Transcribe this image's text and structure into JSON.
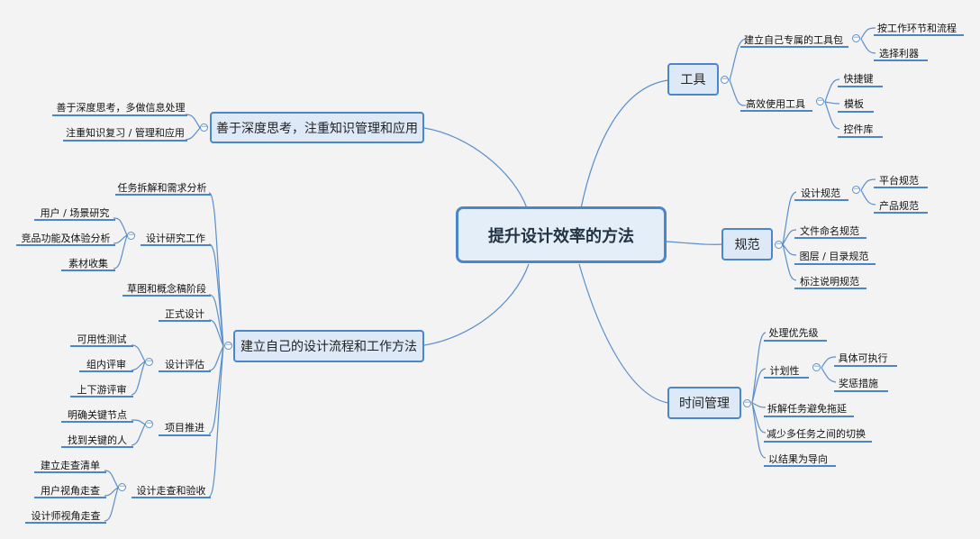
{
  "central": "提升设计效率的方法",
  "branches": {
    "tools": {
      "label": "工具",
      "build_kit": {
        "label": "建立自己专属的工具包",
        "items": [
          "按工作环节和流程",
          "选择利器"
        ]
      },
      "efficient_use": {
        "label": "高效使用工具",
        "items": [
          "快捷键",
          "模板",
          "控件库"
        ]
      }
    },
    "standards": {
      "label": "规范",
      "design_spec": {
        "label": "设计规范",
        "items": [
          "平台规范",
          "产品规范"
        ]
      },
      "items": [
        "文件命名规范",
        "图层 / 目录规范",
        "标注说明规范"
      ]
    },
    "time": {
      "label": "时间管理",
      "priority": "处理优先级",
      "planning": {
        "label": "计划性",
        "items": [
          "具体可执行",
          "奖惩措施"
        ]
      },
      "items": [
        "拆解任务避免拖延",
        "减少多任务之间的切换",
        "以结果为导向"
      ]
    },
    "thinking": {
      "label": "善于深度思考，注重知识管理和应用",
      "items": [
        "善于深度思考，多做信息处理",
        "注重知识复习 / 管理和应用"
      ]
    },
    "process": {
      "label": "建立自己的设计流程和工作方法",
      "task": "任务拆解和需求分析",
      "research": {
        "label": "设计研究工作",
        "items": [
          "用户 / 场景研究",
          "竞品功能及体验分析",
          "素材收集"
        ]
      },
      "sketch": "草图和概念稿阶段",
      "formal": "正式设计",
      "evaluation": {
        "label": "设计评估",
        "items": [
          "可用性测试",
          "组内评审",
          "上下游评审"
        ]
      },
      "advance": {
        "label": "项目推进",
        "items": [
          "明确关键节点",
          "找到关键的人"
        ]
      },
      "walkthrough": {
        "label": "设计走查和验收",
        "items": [
          "建立走查清单",
          "用户视角走查",
          "设计师视角走查"
        ]
      }
    }
  },
  "collapse_symbol": "−",
  "colors": {
    "line": "#4a86c8",
    "node_fill": "#dde9f7",
    "background": "#f3f3f3"
  }
}
